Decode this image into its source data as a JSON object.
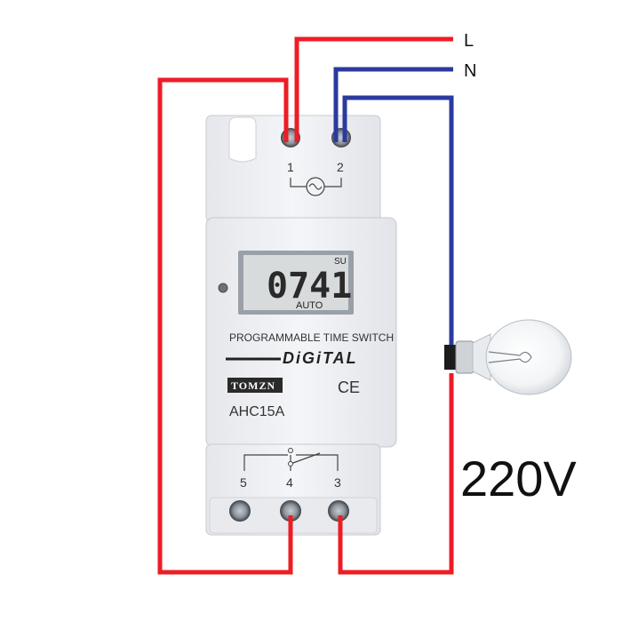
{
  "wires": {
    "live_label": "L",
    "neutral_label": "N",
    "live_color": "#ee1c25",
    "neutral_color": "#2b3a9e"
  },
  "voltage_label": "220V",
  "device": {
    "display_time": "0741",
    "display_day": "SU",
    "display_mode": "AUTO",
    "product_line": "PROGRAMMABLE TIME SWITCH",
    "digital_text": "DiGiTAL",
    "brand": "TOMZN",
    "model": "AHC15A",
    "certification": "CE",
    "terminals_top": [
      "1",
      "2"
    ],
    "terminals_bottom": [
      "5",
      "4",
      "3"
    ]
  }
}
